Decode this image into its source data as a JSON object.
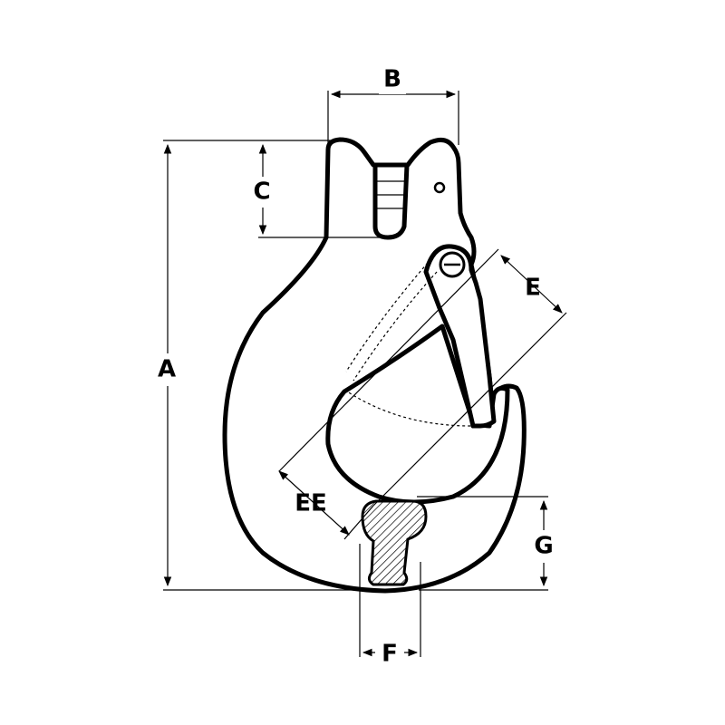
{
  "diagram": {
    "labels": {
      "A": "A",
      "B": "B",
      "C": "C",
      "E": "E",
      "EE": "EE",
      "F": "F",
      "G": "G"
    },
    "colors": {
      "line": "#000000",
      "background": "#ffffff"
    }
  }
}
